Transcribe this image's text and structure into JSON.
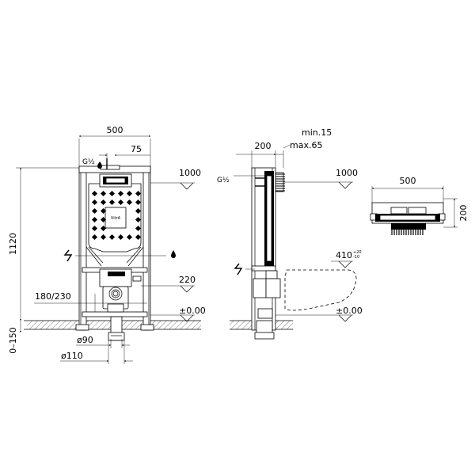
{
  "front_view": {
    "width_label": "500",
    "offset_label": "75",
    "inlet_label": "G½",
    "top_label": "1000",
    "frame_height_label": "1120",
    "waste_spacing_label": "180/230",
    "waste_height_label": "220",
    "floor_label": "±0.00",
    "floor_range_label": "0–150",
    "pipe_small_label": "ø90",
    "pipe_large_label": "ø110",
    "brand": "VitrA"
  },
  "side_view": {
    "depth_label": "200",
    "min_label": "min.15",
    "max_label": "max.65",
    "inlet_label": "G½",
    "top_label": "1000",
    "bowl_height_label": "410",
    "bowl_tol_up": "+20",
    "bowl_tol_down": "-10",
    "floor_label": "±0.00"
  },
  "top_view": {
    "width_label": "500",
    "depth_label": "200"
  },
  "icons": {
    "electric": "electric-icon",
    "water": "water-drop-icon"
  }
}
